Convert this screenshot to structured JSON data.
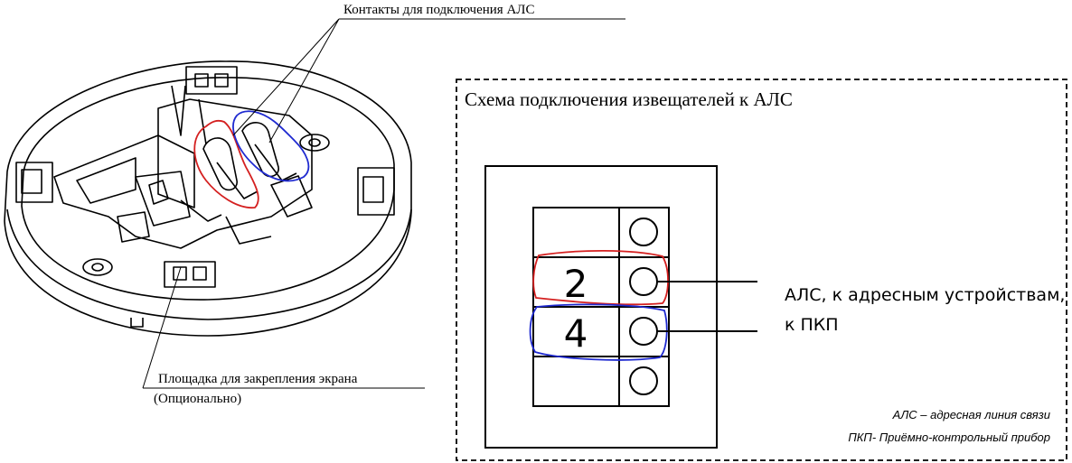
{
  "labels": {
    "contacts": "Контакты для подключения  АЛС",
    "pad_line1": "Площадка для закрепления экрана",
    "pad_line2": "(Опционально)"
  },
  "scheme": {
    "title": "Схема подключения извещателей к АЛС",
    "terminals": [
      {
        "label": ""
      },
      {
        "label": "2"
      },
      {
        "label": "4"
      },
      {
        "label": ""
      }
    ],
    "line_label_1": "АЛС, к адресным устройствам,",
    "line_label_2": "к ПКП",
    "legend_1": "АЛС – адресная линия связи",
    "legend_2": "ПКП- Приёмно-контрольный прибор"
  },
  "colors": {
    "highlight_red": "#d42020",
    "highlight_blue": "#1f2ad0",
    "ink": "#000000"
  }
}
